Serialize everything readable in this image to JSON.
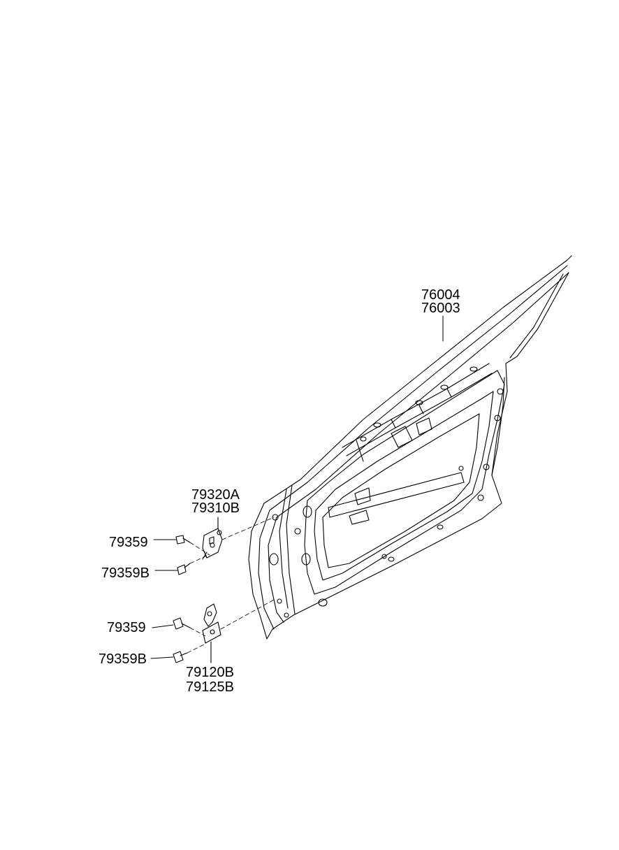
{
  "callouts": {
    "door_panel_a": "76004",
    "door_panel_b": "76003",
    "upper_hinge_a": "79320A",
    "upper_hinge_b": "79310B",
    "upper_bolt": "79359",
    "upper_bolt_b": "79359B",
    "lower_bolt": "79359",
    "lower_bolt_b": "79359B",
    "lower_hinge_a": "79120B",
    "lower_hinge_b": "79125B"
  },
  "colors": {
    "line": "#000000",
    "background": "#ffffff"
  }
}
